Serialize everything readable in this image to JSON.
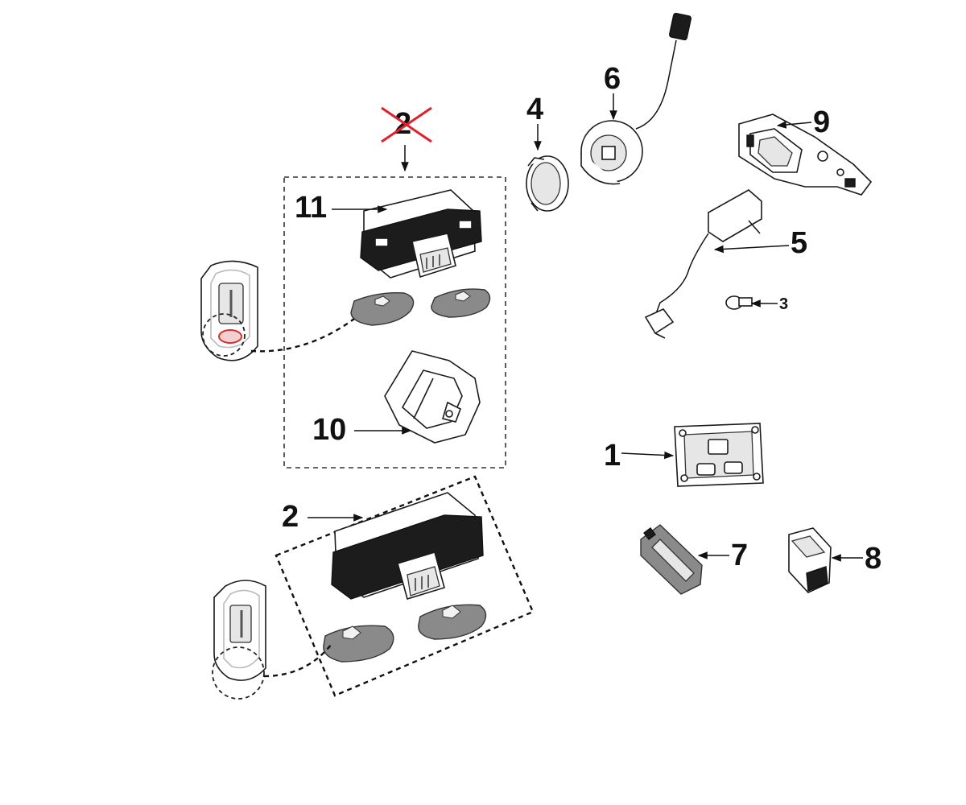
{
  "diagram": {
    "callouts": {
      "c1": "1",
      "c2_obsolete": "2",
      "c2": "2",
      "c3": "3",
      "c4": "4",
      "c5": "5",
      "c6": "6",
      "c7": "7",
      "c8": "8",
      "c9": "9",
      "c10": "10",
      "c11": "11"
    },
    "colors": {
      "obsolete_cross": "#e0202a",
      "fob_button_obsolete": "#d83030",
      "ink": "#111111"
    }
  }
}
